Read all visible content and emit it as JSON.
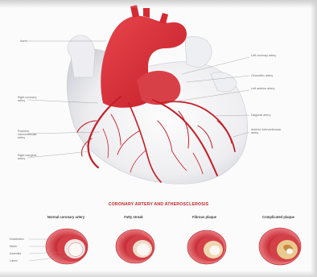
{
  "heart_labels": {
    "aorta": "Aorta",
    "left_coronary_artery": "Left coronary artery",
    "circumflex_artery": "Circumflex artery",
    "left_anterior_artery": "Left anterior artery",
    "right_coronary_artery": "Right coronary artery",
    "diagonal_artery": "Diagonal artery",
    "anterior_interventricular_artery": "Anterior interventricular artery",
    "posterior_interventricular_artery": "Posterior interventricular artery",
    "right_marginal_artery": "Right marginal artery"
  },
  "section_title": "CORONARY ARTERY AND ATHEROSCLEROSIS",
  "stages": [
    {
      "title": "Normal coronary artery"
    },
    {
      "title": "Fatty streak"
    },
    {
      "title": "Fibrous plaque"
    },
    {
      "title": "Complicated plaque"
    }
  ],
  "layers": {
    "endothelium": "Endothelium",
    "media": "Media",
    "adventitia": "Adventitia",
    "lumen": "Lumen"
  }
}
